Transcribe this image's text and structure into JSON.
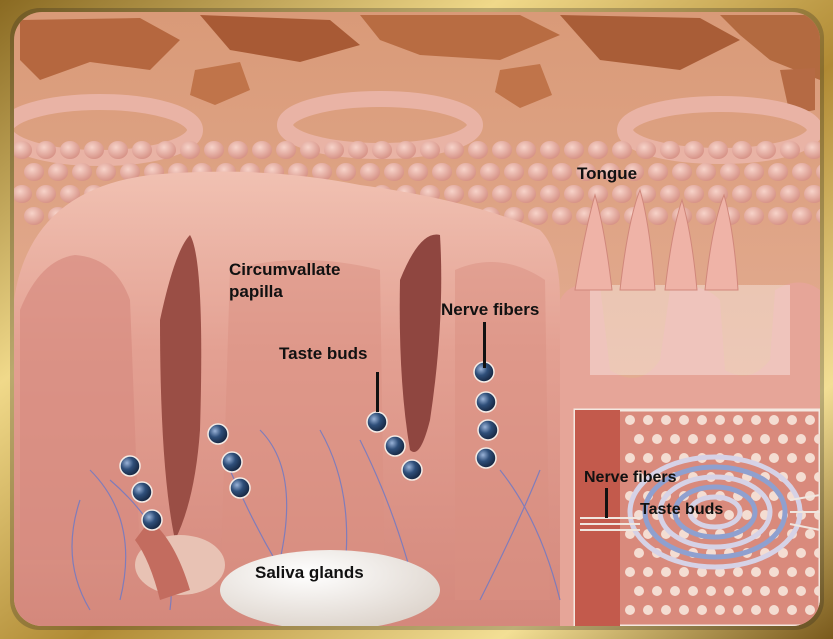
{
  "labels": {
    "tongue": "Tongue",
    "papilla_line1": "Circumvallate",
    "papilla_line2": "papilla",
    "nerve_fibers_main": "Nerve fibers",
    "taste_buds_main": "Taste buds",
    "saliva_glands": "Saliva glands",
    "nerve_fibers_inset": "Nerve fibers",
    "taste_buds_inset": "Taste buds"
  },
  "icons": {
    "taste_bud": "taste-bud-icon",
    "gland": "saliva-gland-icon"
  },
  "colors": {
    "frame_gold": "#c9a64a",
    "tissue_pink": "#e8a7a0",
    "tissue_dark": "#b8564d",
    "taste_bud_blue": "#2f4f7a",
    "nerve_blue": "#6a78c8",
    "background_top": "#c47a55"
  }
}
